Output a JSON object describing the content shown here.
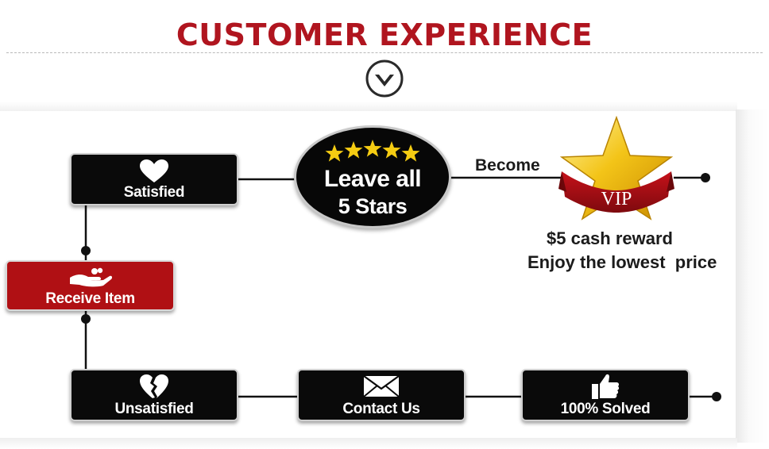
{
  "header": {
    "title": "CUSTOMER EXPERIENCE",
    "chevron_icon": "chevron-down-circle-icon"
  },
  "colors": {
    "title_red": "#b0151f",
    "box_black": "#0a0a0a",
    "box_red": "#b01014",
    "star_gold": "#f5cc12"
  },
  "flow": {
    "satisfied": {
      "label": "Satisfied",
      "icon": "heart-icon"
    },
    "receive": {
      "label": "Receive Item",
      "icon": "hand-icon"
    },
    "unsatisfied": {
      "label": "Unsatisfied",
      "icon": "broken-heart-icon"
    },
    "contact": {
      "label": "Contact Us",
      "icon": "envelope-icon"
    },
    "solved": {
      "label": "100% Solved",
      "icon": "thumbs-up-icon"
    },
    "stars": {
      "line1": "Leave all",
      "line2": "5 Stars",
      "icon": "five-stars-icon",
      "count": 5
    },
    "become": "Become",
    "vip": {
      "label": "VIP",
      "icon": "gold-star-icon"
    },
    "rewards": {
      "cash": "$5 cash reward",
      "price": "Enjoy the lowest  price"
    }
  }
}
